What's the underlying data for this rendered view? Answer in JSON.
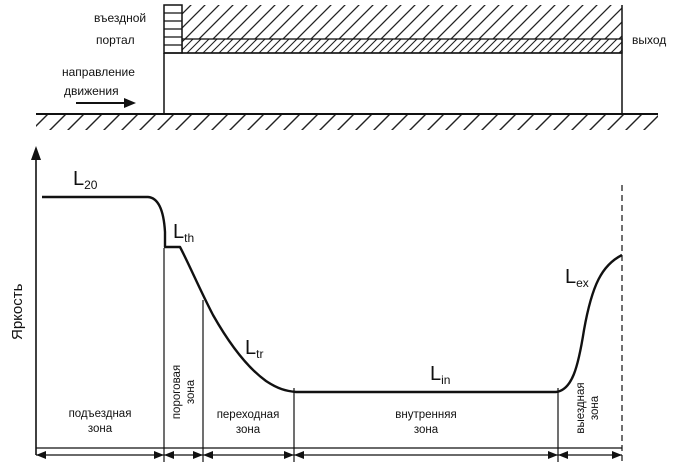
{
  "tunnel": {
    "entrance_portal_line1": "въездной",
    "entrance_portal_line2": "портал",
    "exit": "выход",
    "direction_line1": "направление",
    "direction_line2": "движения"
  },
  "axis": {
    "y_label": "Яркость"
  },
  "curve_labels": {
    "l20": {
      "main": "L",
      "sub": "20"
    },
    "lth": {
      "main": "L",
      "sub": "th"
    },
    "ltr": {
      "main": "L",
      "sub": "tr"
    },
    "lin": {
      "main": "L",
      "sub": "in"
    },
    "lex": {
      "main": "L",
      "sub": "ex"
    }
  },
  "zones": {
    "approach": {
      "line1": "подъездная",
      "line2": "зона"
    },
    "threshold": {
      "line1": "пороговая",
      "line2": "зона"
    },
    "transition": {
      "line1": "переходная",
      "line2": "зона"
    },
    "interior": {
      "line1": "внутренняя",
      "line2": "зона"
    },
    "exit": {
      "line1": "выездная",
      "line2": "зона"
    }
  }
}
